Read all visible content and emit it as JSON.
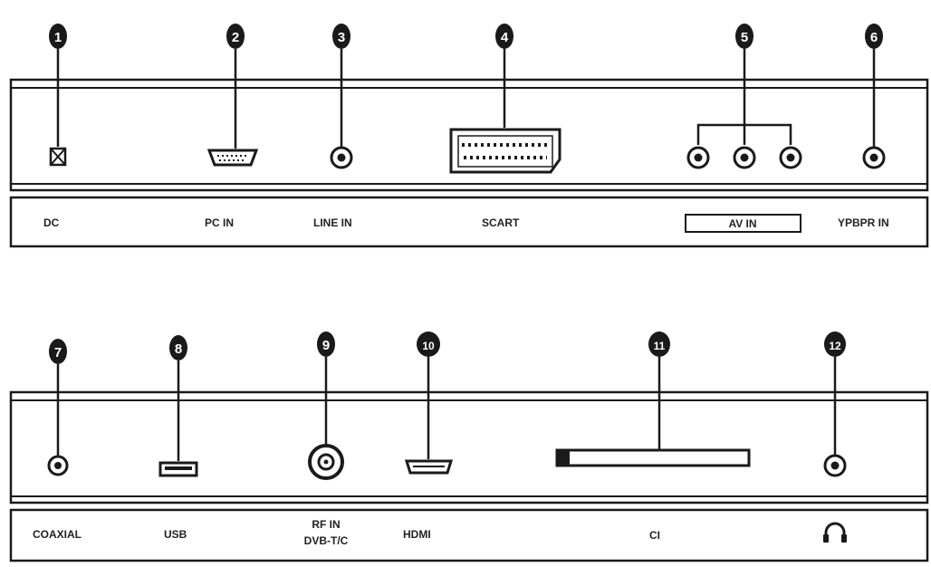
{
  "colors": {
    "ink": "#1a1a1a",
    "panel": "#ffffff"
  },
  "top_panel": {
    "ports": [
      {
        "number": "1",
        "label": "DC",
        "icon": "dc-power-jack-icon"
      },
      {
        "number": "2",
        "label": "PC IN",
        "icon": "vga-port-icon"
      },
      {
        "number": "3",
        "label": "LINE IN",
        "icon": "audio-jack-icon"
      },
      {
        "number": "4",
        "label": "SCART",
        "icon": "scart-port-icon"
      },
      {
        "number": "5",
        "label": "AV IN",
        "icon": "rca-jacks-icon"
      },
      {
        "number": "6",
        "label": "YPBPR IN",
        "icon": "audio-jack-icon"
      }
    ]
  },
  "bottom_panel": {
    "ports": [
      {
        "number": "7",
        "label": "COAXIAL",
        "icon": "coaxial-jack-icon"
      },
      {
        "number": "8",
        "label": "USB",
        "icon": "usb-port-icon"
      },
      {
        "number": "9",
        "label": "RF IN",
        "label2": "DVB-T/C",
        "icon": "rf-antenna-port-icon"
      },
      {
        "number": "10",
        "label": "HDMI",
        "icon": "hdmi-port-icon"
      },
      {
        "number": "11",
        "label": "CI",
        "icon": "ci-card-slot-icon"
      },
      {
        "number": "12",
        "label": "",
        "icon": "headphone-icon"
      }
    ]
  }
}
